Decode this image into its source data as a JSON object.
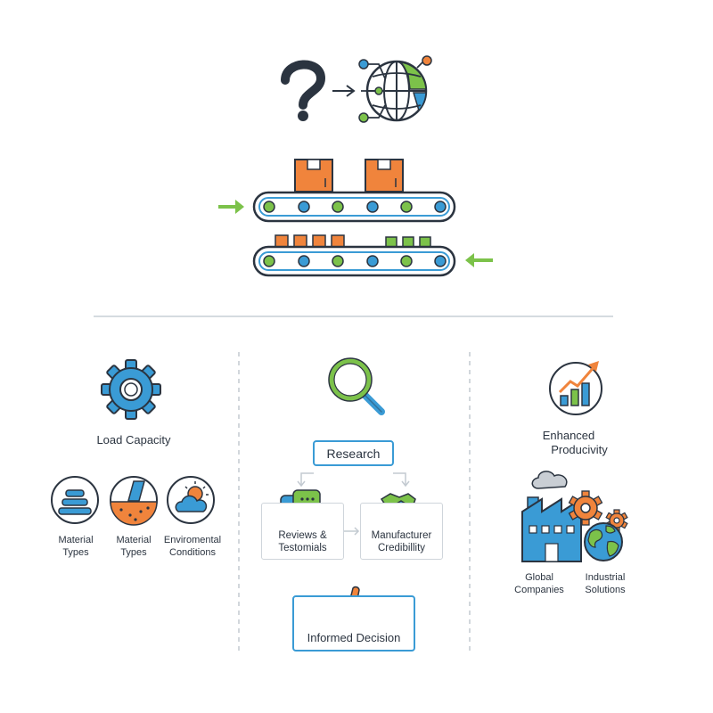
{
  "colors": {
    "navy": "#2b3440",
    "blue": "#3a9bd5",
    "green": "#7cc24a",
    "orange": "#f0843c",
    "light_gray": "#d5dbe0"
  },
  "icons": [
    "question-mark-icon",
    "arrow-right-icon",
    "globe-network-icon",
    "box-icon",
    "conveyor-belt-icon",
    "arrow-left-icon",
    "gear-icon",
    "stack-icon",
    "material-icon",
    "weather-icon",
    "magnifier-icon",
    "chat-bubbles-icon",
    "handshake-icon",
    "thumbs-up-icon",
    "growth-chart-icon",
    "factory-icon",
    "small-gears-icon",
    "globe-icon"
  ],
  "left_panel": {
    "title": "Load Capacity",
    "items": [
      {
        "line1": "Material",
        "line2": "Types"
      },
      {
        "line1": "Material",
        "line2": "Types"
      },
      {
        "line1": "Enviromental",
        "line2": "Conditions"
      }
    ]
  },
  "center_panel": {
    "research": "Research",
    "reviews": {
      "line1": "Reviews &",
      "line2": "Testomials"
    },
    "manufacturer": {
      "line1": "Manufacturer",
      "line2": "Credibillity"
    },
    "decision": "Informed Decision"
  },
  "right_panel": {
    "title": {
      "line1": "Enhanced",
      "line2": "Producivity"
    },
    "global": {
      "line1": "Global",
      "line2": "Companies"
    },
    "industrial": {
      "line1": "Industrial",
      "line2": "Solutions"
    }
  }
}
